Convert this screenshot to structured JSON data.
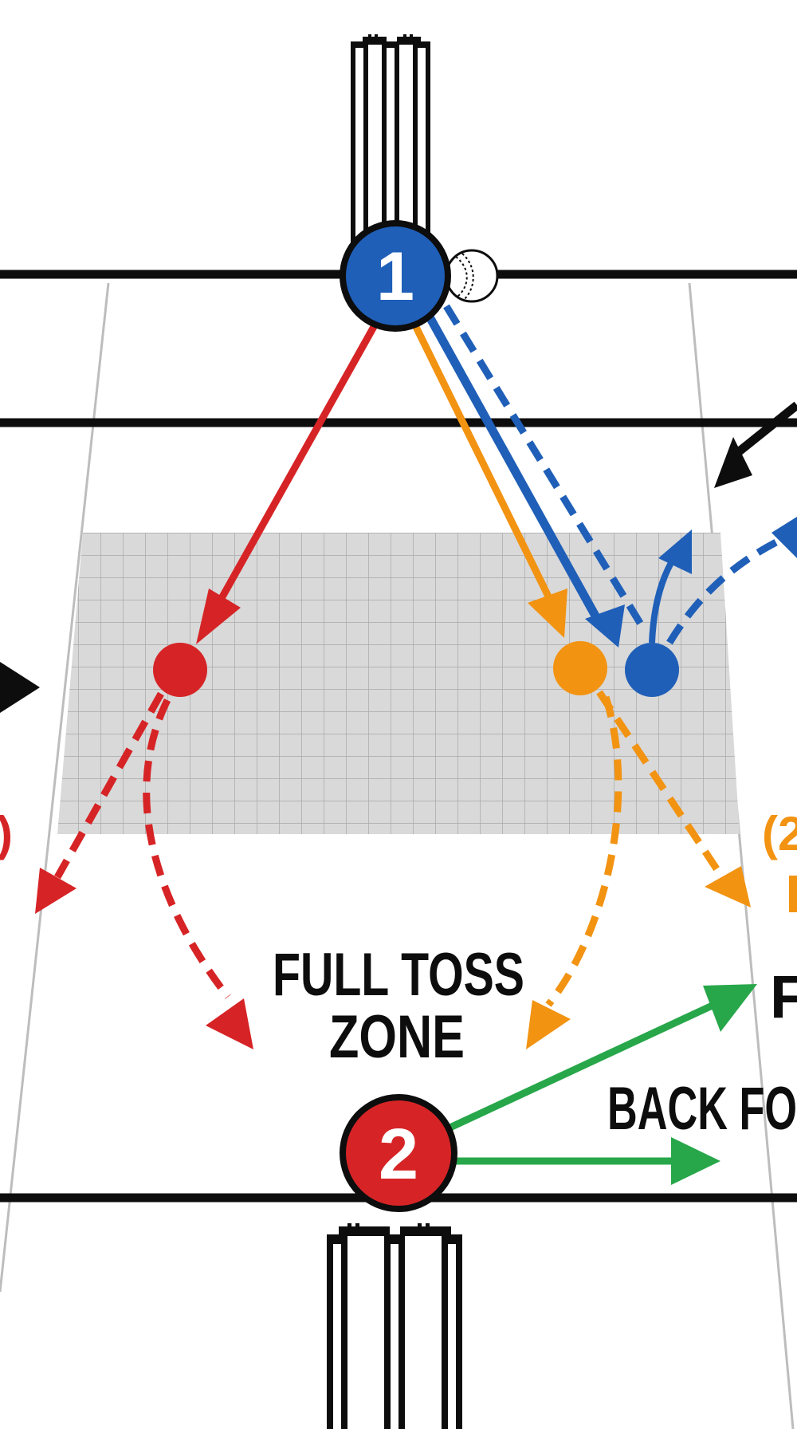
{
  "markers": {
    "bowler": {
      "number": "1",
      "color": "#1f5fb8"
    },
    "batter": {
      "number": "2",
      "color": "#d62426"
    }
  },
  "labels": {
    "zone_line1": "FULL TOSS",
    "zone_line2": "ZONE",
    "back_foot": "BACK FO",
    "right_letter": "F",
    "right_paren_top": "(2",
    "left_paren": ")"
  },
  "colors": {
    "red": "#d62426",
    "orange": "#f29312",
    "blue": "#1f5fb8",
    "green": "#27a74a",
    "black": "#0d0d0d",
    "zone_fill": "#d9d9d9",
    "zone_grid": "#a7a7a7",
    "pitch_line": "#bdbdbd"
  }
}
